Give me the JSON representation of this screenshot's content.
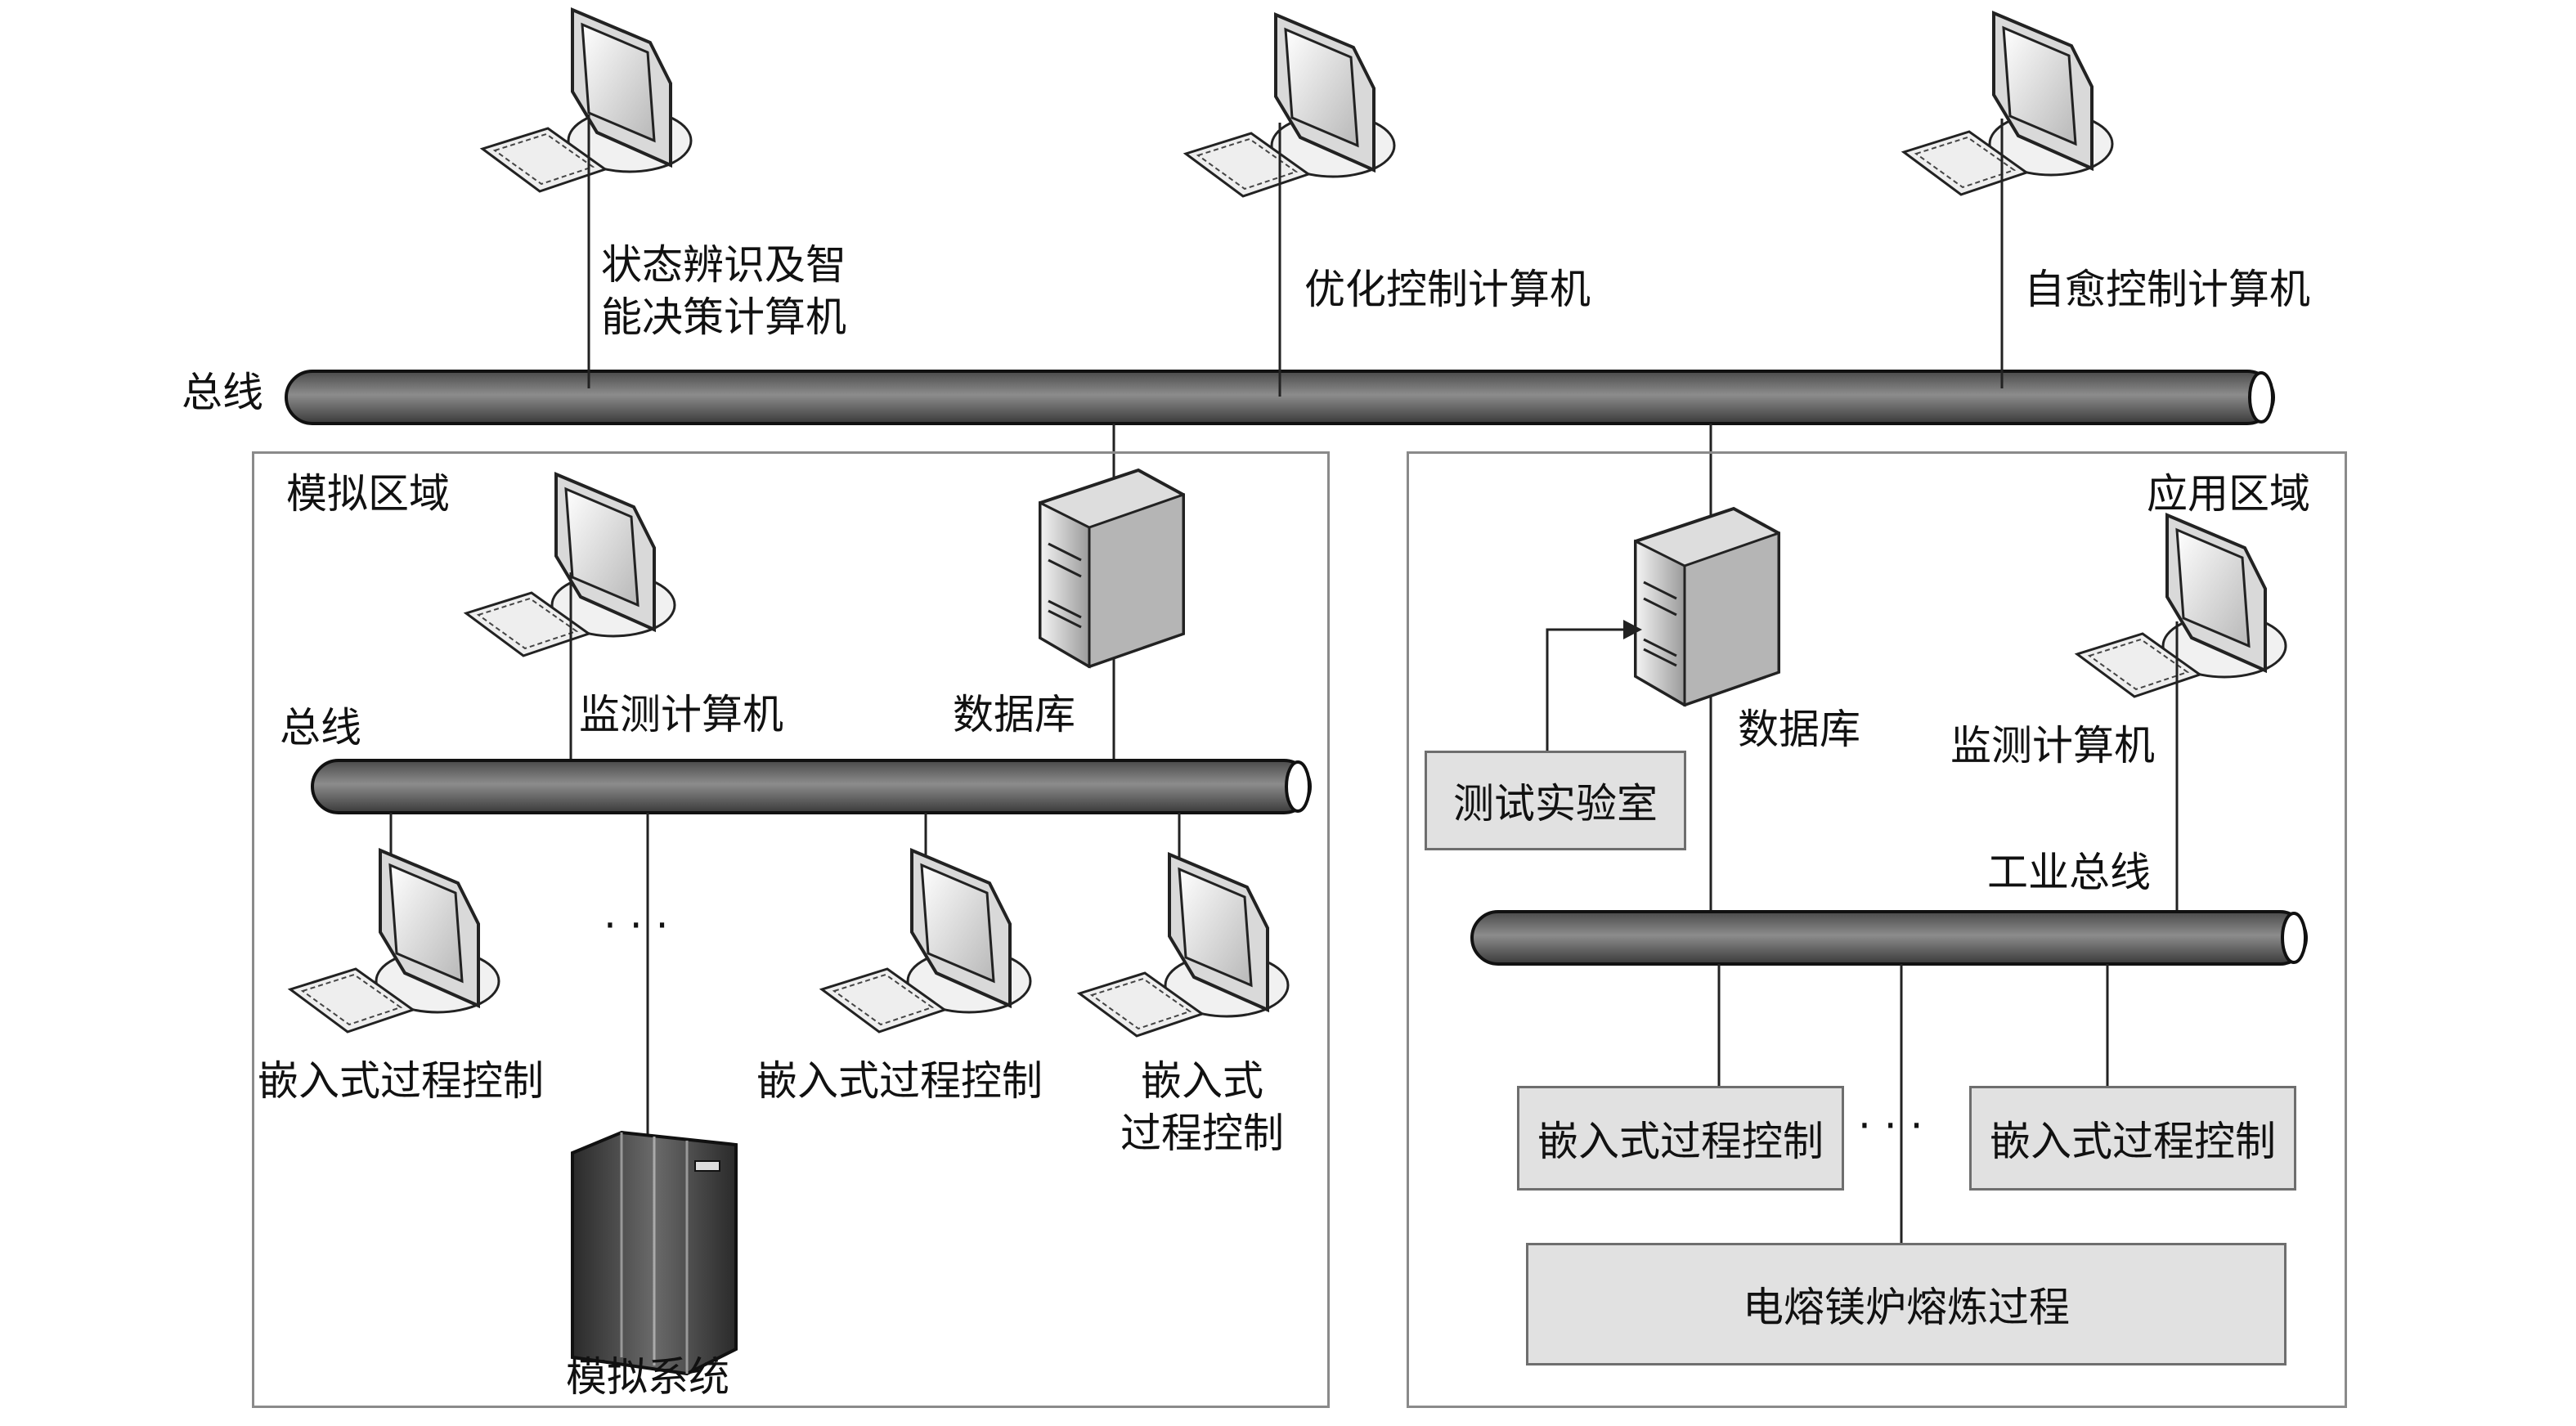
{
  "top": {
    "bus_label": "总线",
    "computers": [
      {
        "label_line1": "状态辨识及智",
        "label_line2": "能决策计算机"
      },
      {
        "label": "优化控制计算机"
      },
      {
        "label": "自愈控制计算机"
      }
    ]
  },
  "sim_region": {
    "title": "模拟区域",
    "bus_label": "总线",
    "monitor_label": "监测计算机",
    "database_label": "数据库",
    "ellipsis": "· · ·",
    "embedded_1": "嵌入式过程控制",
    "embedded_2": "嵌入式过程控制",
    "embedded_3_line1": "嵌入式",
    "embedded_3_line2": "过程控制",
    "sim_system_label": "模拟系统"
  },
  "app_region": {
    "title": "应用区域",
    "database_label": "数据库",
    "lab_label": "测试实验室",
    "monitor_label": "监测计算机",
    "bus_label": "工业总线",
    "embedded_left": "嵌入式过程控制",
    "embedded_right": "嵌入式过程控制",
    "ellipsis": "· · ·",
    "process_label": "电熔镁炉熔炼过程"
  },
  "colors": {
    "bus_fill": "#6b6b6b",
    "box_fill": "#e1e1e1",
    "region_border": "#8a8a8a"
  }
}
